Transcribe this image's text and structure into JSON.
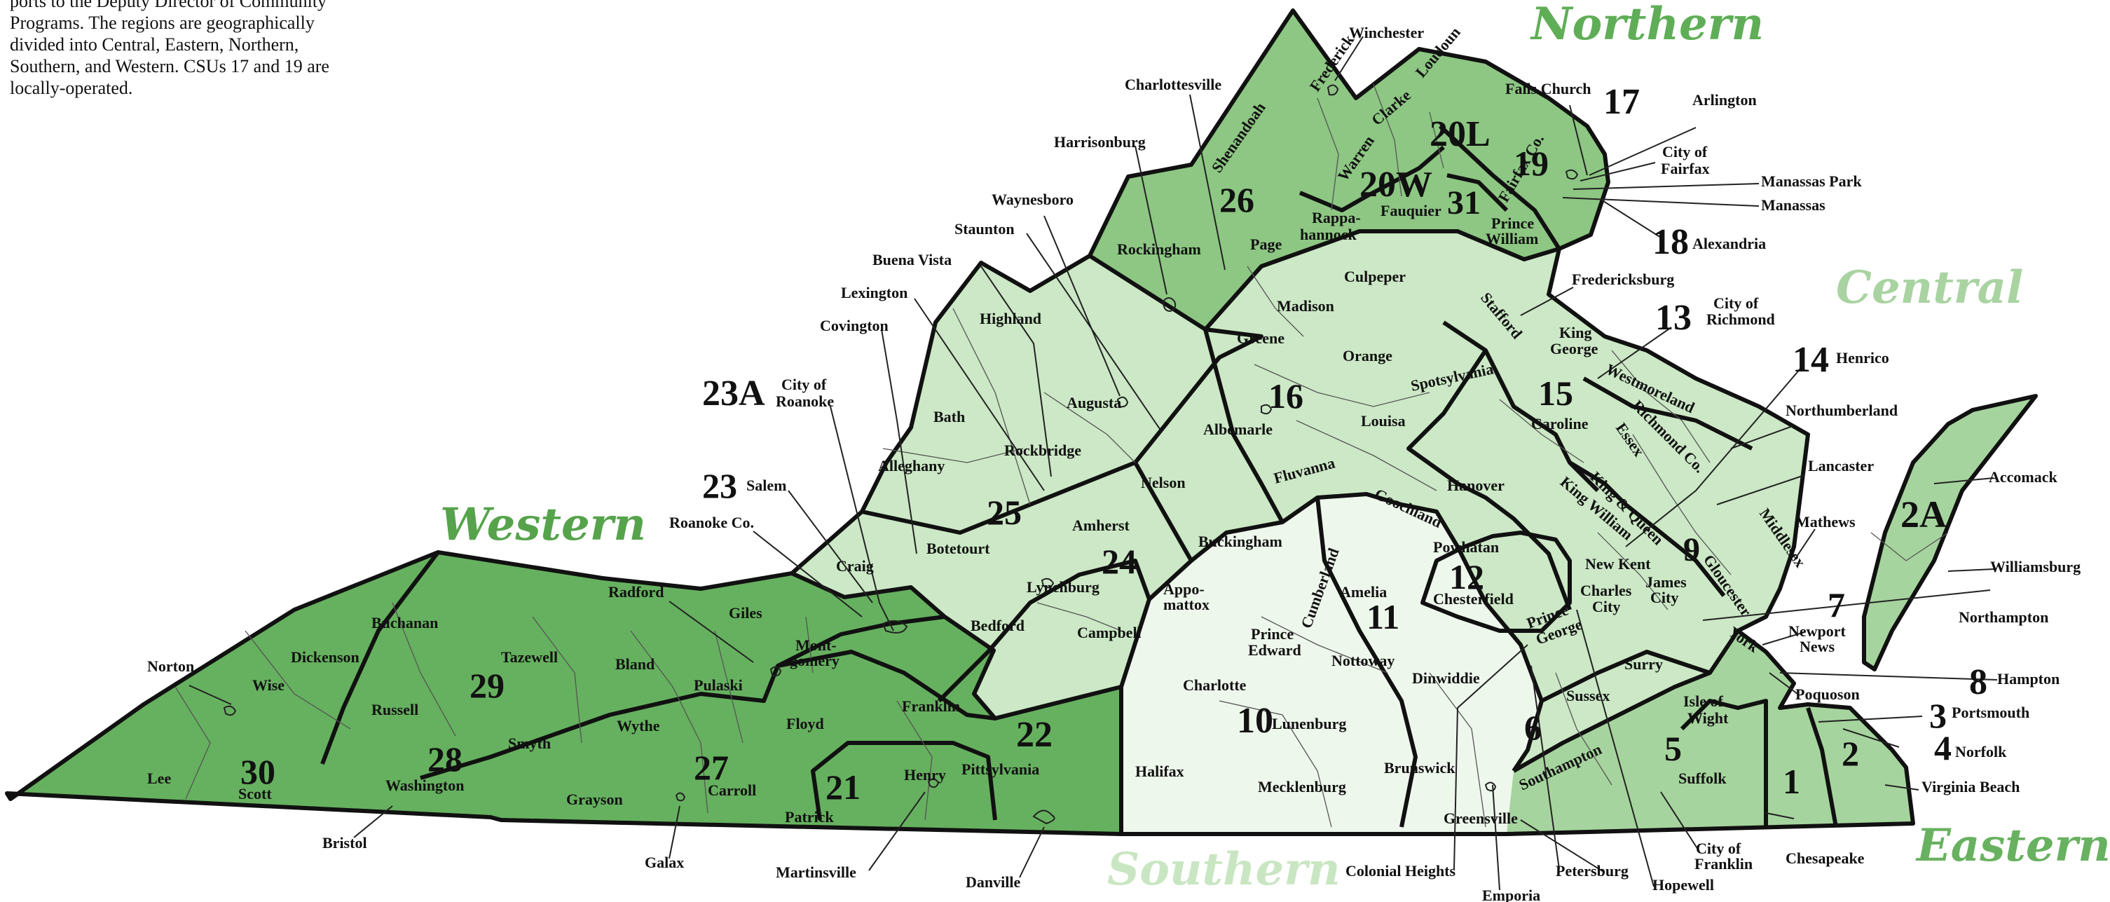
{
  "intro_text": [
    "ports to the Deputy Director of Community",
    "Programs. The regions are geographically",
    "divided into Central, Eastern, Northern,",
    "Southern, and Western. CSUs 17 and 19 are",
    "locally-operated."
  ],
  "colors": {
    "western": "#66b15f",
    "northern": "#8dc783",
    "central": "#cce8c6",
    "southern": "#eef7ec",
    "eastern": "#a6d49e",
    "label_western": "#56a34c",
    "label_northern": "#5fae57",
    "label_central": "#a9d3a1",
    "label_southern": "#c9e6c2",
    "label_eastern": "#68b160",
    "border": "#111111"
  },
  "regions": {
    "northern": "Northern",
    "central": "Central",
    "western": "Western",
    "southern": "Southern",
    "eastern": "Eastern"
  },
  "csus": {
    "c2": "2",
    "c2a": "2A",
    "c3": "3",
    "c4": "4",
    "c5": "5",
    "c6": "6",
    "c8": "8",
    "c9": "9",
    "c10": "10",
    "c11": "11",
    "c12": "12",
    "c13": "13",
    "c14": "14",
    "c15": "15",
    "c16": "16",
    "c17": "17",
    "c18": "18",
    "c19": "19",
    "c20l": "20L",
    "c20w": "20W",
    "c21": "21",
    "c22": "22",
    "c23": "23",
    "c23a": "23A",
    "c24": "24",
    "c25": "25",
    "c26": "26",
    "c27": "27",
    "c28": "28",
    "c29": "29",
    "c30": "30",
    "c31": "31",
    "c1": "1",
    "c7": "7"
  },
  "places": {
    "winchester": "Winchester",
    "frederick": "Frederick",
    "clarke": "Clarke",
    "charlottesville": "Charlottesville",
    "harrisonburg": "Harrisonburg",
    "shenandoah": "Shenandoah",
    "warren": "Warren",
    "loudoun": "Loudoun",
    "falls_church": "Falls Church",
    "arlington": "Arlington",
    "city_of_fairfax_1": "City of",
    "city_of_fairfax_2": "Fairfax",
    "manassas_park": "Manassas Park",
    "manassas": "Manassas",
    "alexandria": "Alexandria",
    "fairfax_co": "Fairfax Co.",
    "prince_william_1": "Prince",
    "prince_william_2": "William",
    "fauquier": "Fauquier",
    "rappahannock_1": "Rappa-",
    "rappahannock_2": "hannock",
    "page": "Page",
    "rockingham": "Rockingham",
    "waynesboro": "Waynesboro",
    "staunton": "Staunton",
    "buena_vista": "Buena Vista",
    "lexington": "Lexington",
    "covington": "Covington",
    "highland": "Highland",
    "augusta": "Augusta",
    "bath": "Bath",
    "rockbridge": "Rockbridge",
    "alleghany": "Alleghany",
    "city_of_roanoke_1": "City of",
    "city_of_roanoke_2": "Roanoke",
    "salem": "Salem",
    "roanoke_co": "Roanoke Co.",
    "craig": "Craig",
    "botetourt": "Botetourt",
    "amherst": "Amherst",
    "nelson": "Nelson",
    "lynchburg": "Lynchburg",
    "bedford": "Bedford",
    "campbell": "Campbell",
    "culpeper": "Culpeper",
    "madison": "Madison",
    "greene": "Greene",
    "orange": "Orange",
    "albemarle": "Albemarle",
    "louisa": "Louisa",
    "fluvanna": "Fluvanna",
    "goochland": "Goochland",
    "fredericksburg": "Fredericksburg",
    "stafford": "Stafford",
    "king_george_1": "King",
    "king_george_2": "George",
    "spotsylvania": "Spotsylvania",
    "caroline": "Caroline",
    "city_of_richmond_1": "City of",
    "city_of_richmond_2": "Richmond",
    "henrico": "Henrico",
    "westmoreland": "Westmoreland",
    "richmond_co": "Richmond Co.",
    "northumberland": "Northumberland",
    "essex": "Essex",
    "lancaster": "Lancaster",
    "middlesex": "Middlesex",
    "king_and_queen": "King & Queen",
    "king_william": "King William",
    "hanover": "Hanover",
    "mathews": "Mathews",
    "gloucester": "Gloucester",
    "new_kent": "New Kent",
    "charles_city_1": "Charles",
    "charles_city_2": "City",
    "james_city_1": "James",
    "james_city_2": "City",
    "york": "York",
    "accomack": "Accomack",
    "northampton": "Northampton",
    "williamsburg": "Williamsburg",
    "newport_news_1": "Newport",
    "newport_news_2": "News",
    "hampton": "Hampton",
    "poquoson": "Poquoson",
    "portsmouth": "Portsmouth",
    "norfolk": "Norfolk",
    "virginia_beach": "Virginia Beach",
    "chesapeake": "Chesapeake",
    "city_of_franklin_1": "City of",
    "city_of_franklin_2": "Franklin",
    "hopewell": "Hopewell",
    "petersburg": "Petersburg",
    "emporia": "Emporia",
    "colonial_heights": "Colonial Heights",
    "greensville": "Greensville",
    "southampton": "Southampton",
    "isle_of_wight_1": "Isle of",
    "isle_of_wight_2": "Wight",
    "suffolk": "Suffolk",
    "surry": "Surry",
    "sussex": "Sussex",
    "prince_george_1": "Prince",
    "prince_george_2": "George",
    "dinwiddie": "Dinwiddie",
    "brunswick": "Brunswick",
    "chesterfield": "Chesterfield",
    "powhatan": "Powhatan",
    "amelia": "Amelia",
    "nottoway": "Nottoway",
    "cumberland": "Cumberland",
    "buckingham": "Buckingham",
    "appomattox_1": "Appo-",
    "appomattox_2": "mattox",
    "prince_edward_1": "Prince",
    "prince_edward_2": "Edward",
    "charlotte": "Charlotte",
    "lunenburg": "Lunenburg",
    "mecklenburg": "Mecklenburg",
    "halifax": "Halifax",
    "pittsylvania": "Pittsylvania",
    "danville": "Danville",
    "franklin": "Franklin",
    "henry": "Henry",
    "patrick": "Patrick",
    "martinsville": "Martinsville",
    "floyd": "Floyd",
    "montgomery_1": "Mont-",
    "montgomery_2": "gomery",
    "giles": "Giles",
    "pulaski": "Pulaski",
    "radford": "Radford",
    "bland": "Bland",
    "wythe": "Wythe",
    "carroll": "Carroll",
    "grayson": "Grayson",
    "galax": "Galax",
    "tazewell": "Tazewell",
    "smyth": "Smyth",
    "washington": "Washington",
    "bristol": "Bristol",
    "buchanan": "Buchanan",
    "dickenson": "Dickenson",
    "russell": "Russell",
    "wise": "Wise",
    "norton": "Norton",
    "lee": "Lee",
    "scott": "Scott"
  }
}
